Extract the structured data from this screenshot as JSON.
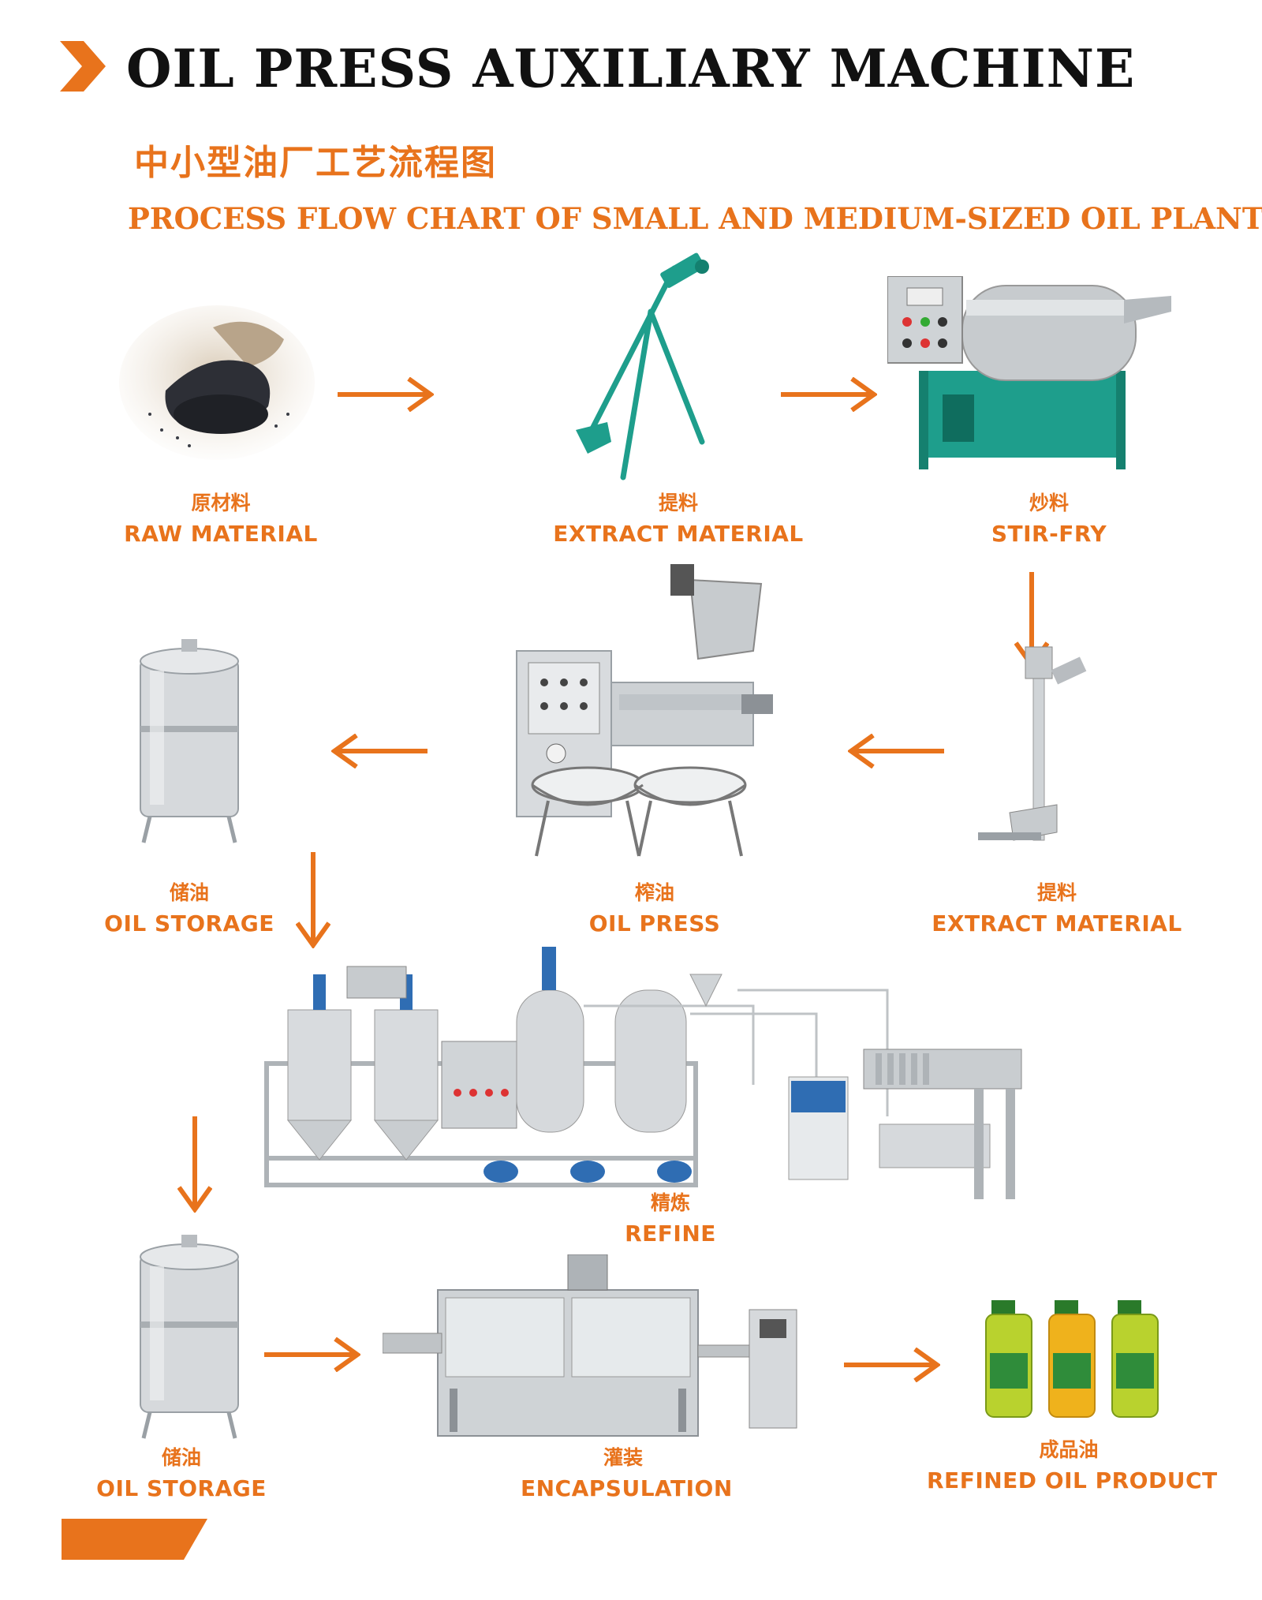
{
  "header": {
    "title": "OIL PRESS AUXILIARY MACHINE",
    "subtitle_cn": "中小型油厂工艺流程图",
    "subtitle_en": "PROCESS FLOW CHART OF SMALL AND MEDIUM-SIZED OIL PLANT"
  },
  "steps": [
    {
      "cn": "原材料",
      "en": "RAW MATERIAL"
    },
    {
      "cn": "提料",
      "en": "EXTRACT MATERIAL"
    },
    {
      "cn": "炒料",
      "en": "STIR-FRY"
    },
    {
      "cn": "提料",
      "en": "EXTRACT MATERIAL"
    },
    {
      "cn": "榨油",
      "en": "OIL PRESS"
    },
    {
      "cn": "储油",
      "en": "OIL STORAGE"
    },
    {
      "cn": "精炼",
      "en": "REFINE"
    },
    {
      "cn": "储油",
      "en": "OIL STORAGE"
    },
    {
      "cn": "灌装",
      "en": "ENCAPSULATION"
    },
    {
      "cn": "成品油",
      "en": "REFINED OIL PRODUCT"
    }
  ],
  "colors": {
    "accent": "#e8731c",
    "title": "#111111",
    "steel": "#cfd3d6",
    "teal": "#1e9e8c"
  },
  "icons": [
    "chevron-right-icon",
    "arrow-right-icon",
    "arrow-left-icon",
    "arrow-down-icon"
  ]
}
